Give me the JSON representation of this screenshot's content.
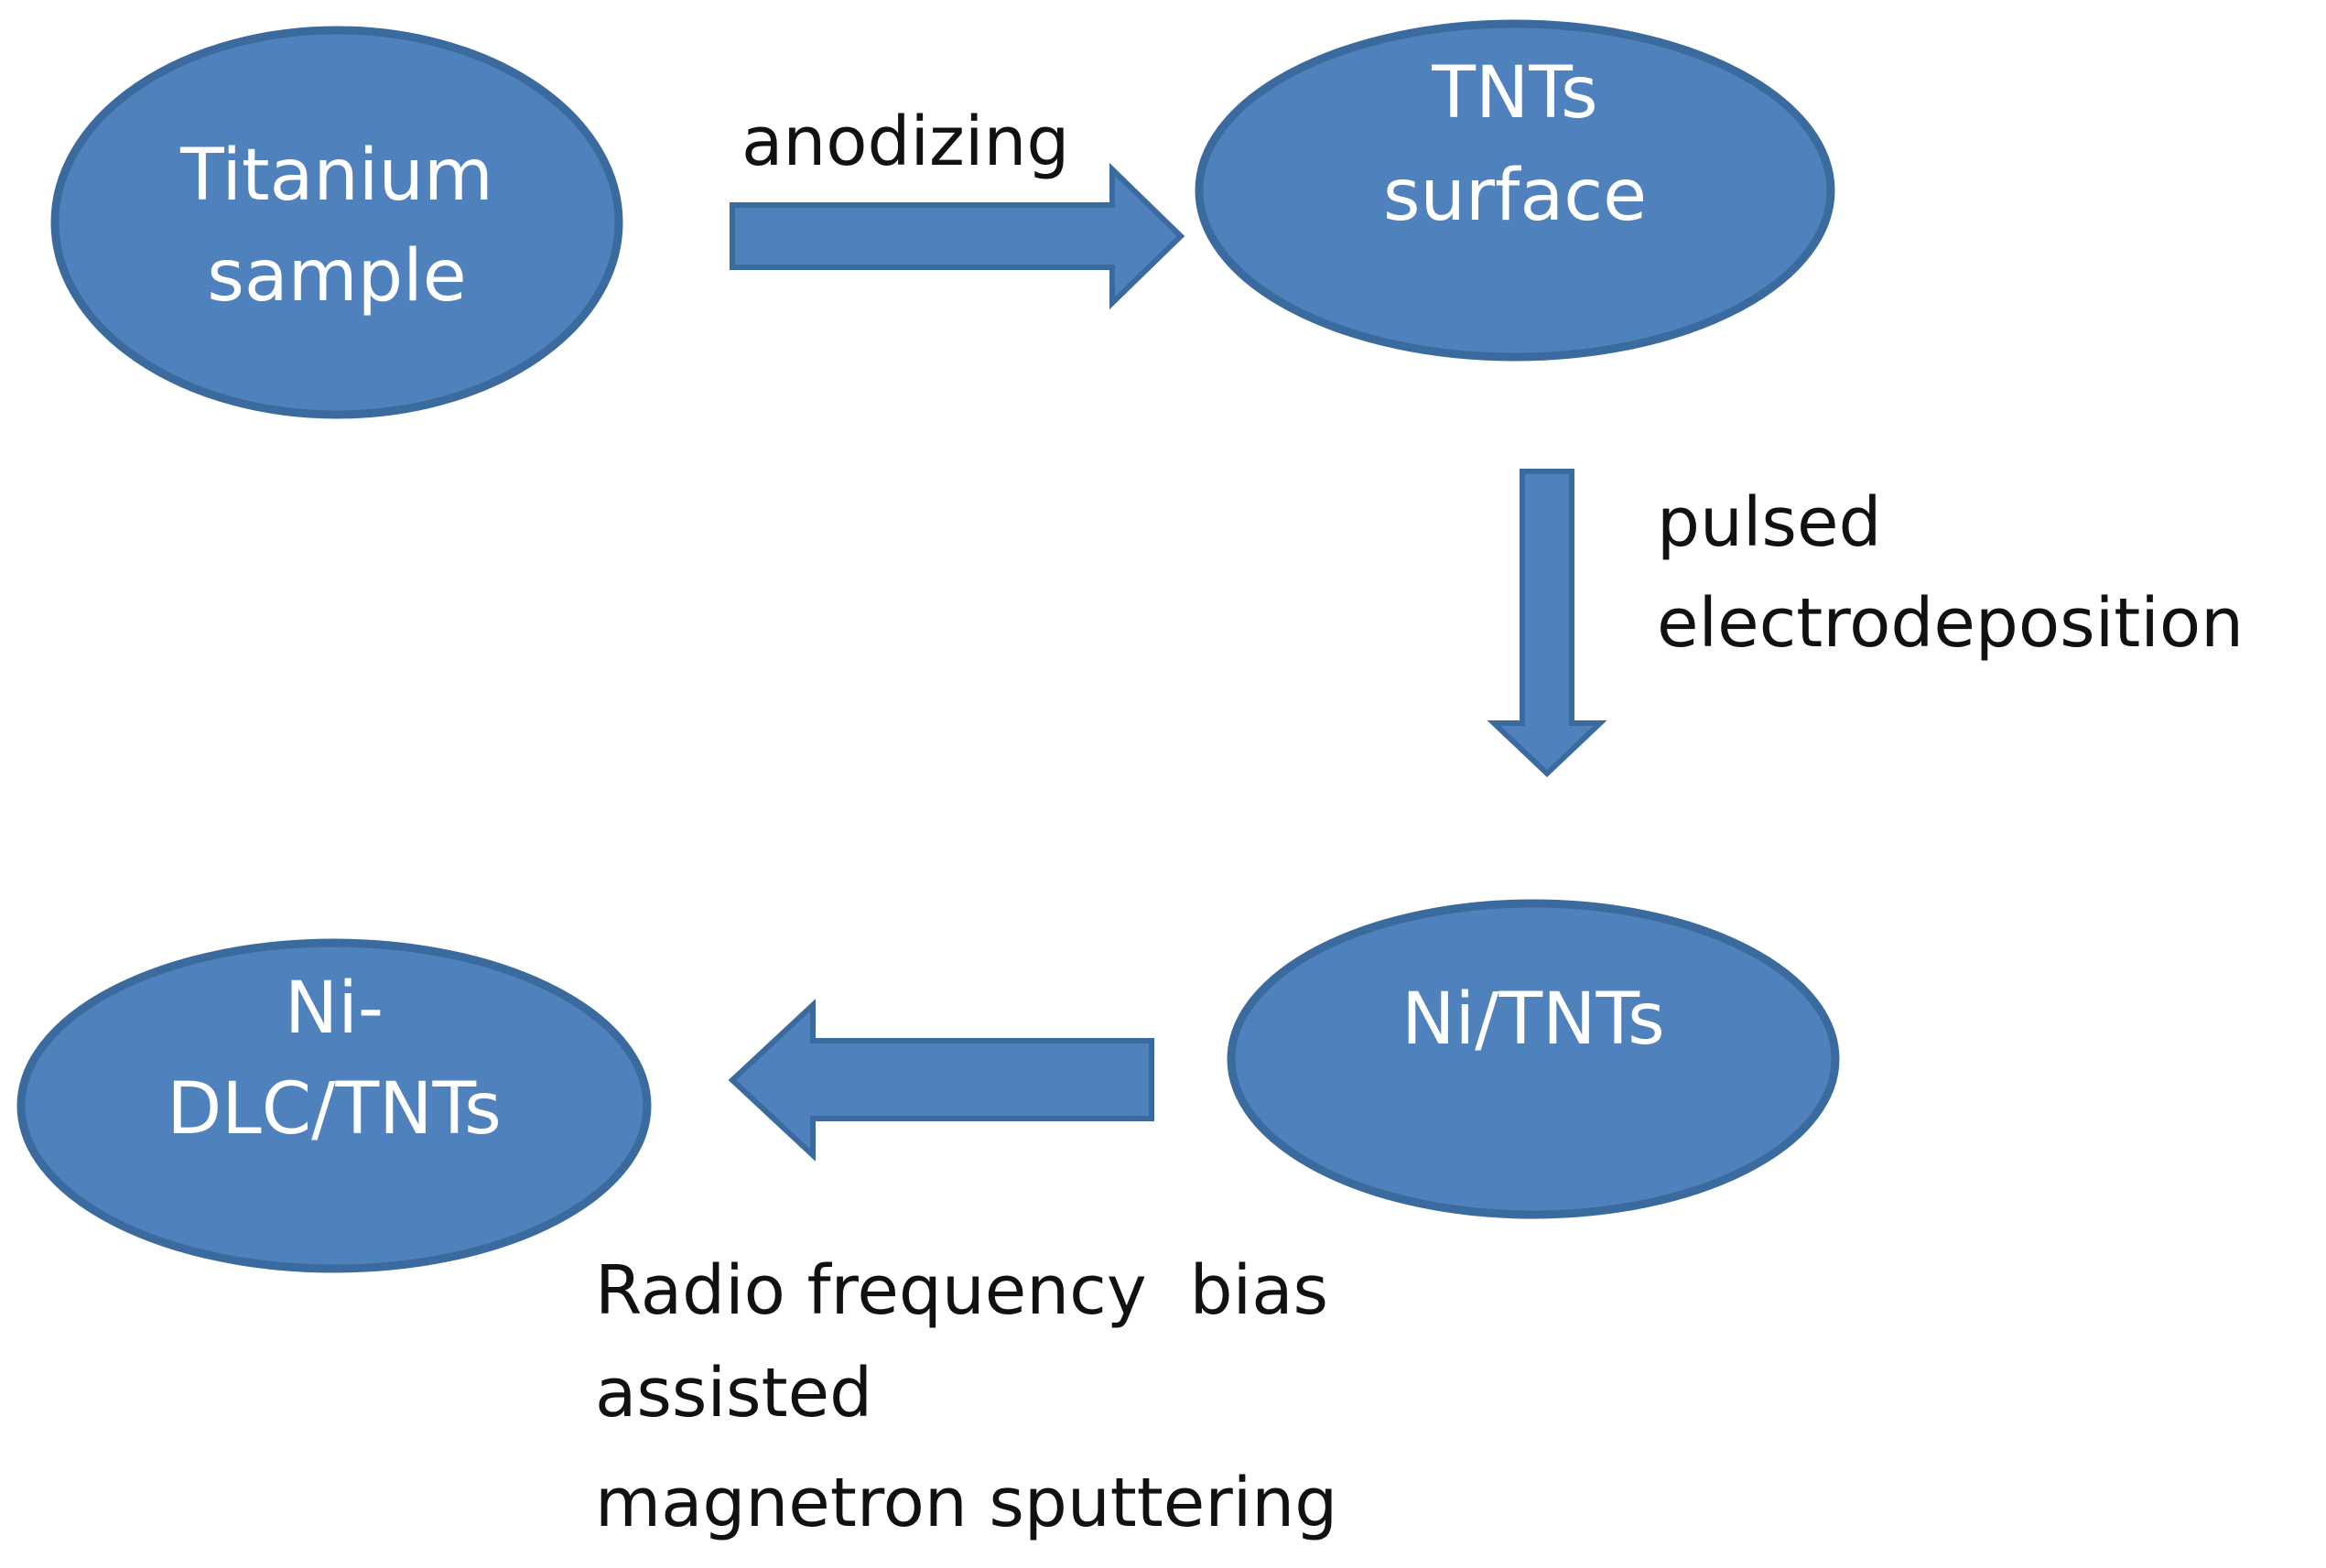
{
  "nodes": {
    "titanium": {
      "line1": "Titanium",
      "line2": "sample"
    },
    "tnts": {
      "line1": "TNTs",
      "line2": "surface"
    },
    "ni_tnts": {
      "line1": "Ni/TNTs"
    },
    "ni_dlc": {
      "line1": "Ni-",
      "line2": "DLC/TNTs"
    }
  },
  "steps": {
    "anodizing": {
      "line1": "anodizing"
    },
    "electrodeposition": {
      "line1": "pulsed",
      "line2": "electrodeposition"
    },
    "sputtering": {
      "line1": "Radio frequency  bias",
      "line2": "assisted",
      "line3": "magnetron sputtering"
    }
  },
  "colors": {
    "shape_fill": "#4f81bd",
    "shape_border": "#3b6a9e",
    "node_text": "#ffffff",
    "label_text": "#111111"
  }
}
